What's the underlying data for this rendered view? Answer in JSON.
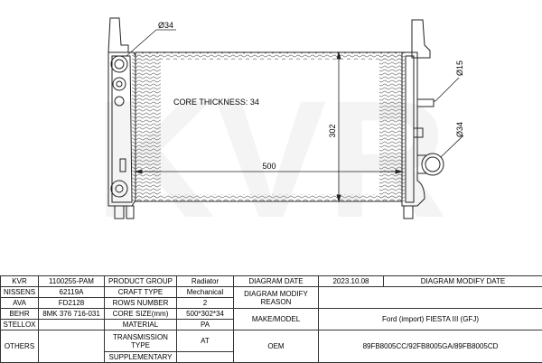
{
  "watermark": "KVR",
  "drawing": {
    "core_thickness": "CORE THICKNESS: 34",
    "width_dim": "500",
    "height_dim": "302",
    "left_pipe_dim": "Ø34",
    "right_small_pipe_dim": "Ø15",
    "right_pipe_dim": "Ø34"
  },
  "table": {
    "r1": {
      "brand_kvr": "KVR",
      "kvr_code": "1100255-PAM",
      "product_group_label": "PRODUCT GROUP",
      "product_group_value": "Radiator",
      "diagram_date_label": "DIAGRAM DATE",
      "diagram_date_value": "2023.10.08",
      "diagram_modify_date_label": "DIAGRAM MODIFY DATE",
      "diagram_modify_date_value": ""
    },
    "r2": {
      "brand_nissens": "NISSENS",
      "nissens_code": "62119A",
      "craft_type_label": "CRAFT TYPE",
      "craft_type_value": "Mechanical",
      "diagram_modify_reason_label": "DIAGRAM MODIFY REASON",
      "diagram_modify_reason_value": ""
    },
    "r3": {
      "brand_ava": "AVA",
      "ava_code": "FD2128",
      "rows_number_label": "ROWS NUMBER",
      "rows_number_value": "2"
    },
    "r4": {
      "brand_behr": "BEHR",
      "behr_code": "8MK 376 716-031",
      "core_size_label": "CORE SIZE(mm)",
      "core_size_value": "500*302*34",
      "make_model_label": "MAKE/MODEL",
      "make_model_value": "Ford (import) FIESTA III (GFJ)"
    },
    "r5": {
      "brand_stellox": "STELLOX",
      "stellox_code": "",
      "material_label": "MATERIAL",
      "material_value": "PA"
    },
    "r6": {
      "brand_others": "OTHERS",
      "others_code": "",
      "transmission_type_label": "TRANSMISSION TYPE",
      "transmission_type_value": "AT",
      "oem_label": "OEM",
      "oem_value": "89FB8005CC/92FB8005GA/89FB8005CD"
    },
    "r7": {
      "supplementary_label": "SUPPLEMENTARY",
      "supplementary_value": ""
    }
  }
}
